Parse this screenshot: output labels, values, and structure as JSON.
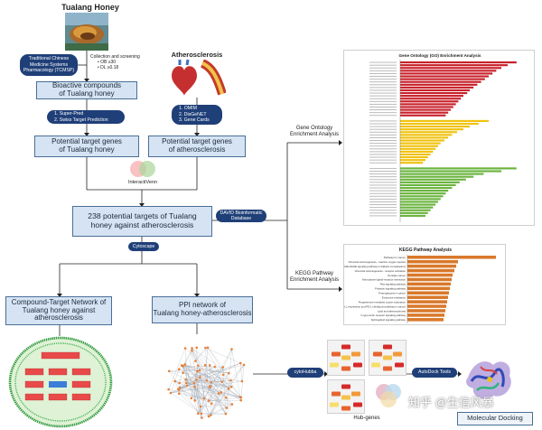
{
  "header": {
    "title": "Tualang Honey"
  },
  "steps": {
    "collection": {
      "line1": "Collection and screening",
      "line2": "• OB ≥30",
      "line3": "• DL ≥0.18"
    },
    "tcmsp": {
      "line1": "Traditional Chinese",
      "line2": "Medicine Systems",
      "line3": "Pharmacology (TCMSP)"
    },
    "bioactive": {
      "line1": "Bioactive compounds",
      "line2": "of Tualang honey"
    },
    "tools_honey": {
      "line1": "1.  Super-Pred",
      "line2": "2.  Swiss Target Prediction"
    },
    "target_honey": {
      "line1": "Potential target genes",
      "line2": "of Tualang honey"
    },
    "athero_title": "Atherosclerosis",
    "tools_athero": {
      "line1": "1.  OMIM",
      "line2": "2.  DisGeNET",
      "line3": "3.  Gene Cards"
    },
    "target_athero": {
      "line1": "Potential target genes",
      "line2": "of atherosclerosis"
    },
    "venn_label": "InteractiVenn",
    "intersect": {
      "line1": "238 potential targets of Tualang",
      "line2": "honey against atherosclerosis"
    },
    "david": {
      "line1": "DAVID Bioinformatic",
      "line2": "Database"
    },
    "cytoscape": "Cytoscape",
    "compound_network": {
      "line1": "Compound-Target Network of",
      "line2": "Tualang honey against",
      "line3": "atherosclerosis"
    },
    "ppi": {
      "line1": "PPI network of",
      "line2": "Tualang honey-atherosclerosis"
    },
    "go_label": {
      "line1": "Gene Ontology",
      "line2": "Enrichment Analysis"
    },
    "kegg_label": {
      "line1": "KEGG Pathway",
      "line2": "Enrichment Analysis"
    },
    "cytohubba": "cytoHubba",
    "hub_genes": "Hub-genes",
    "autodock": "AutoDock Tools",
    "docking": "Molecular Docking"
  },
  "go_panel": {
    "title": "Gene Ontology (GO) Enrichment Analysis",
    "colors": {
      "bp": "#c8202a",
      "cc": "#f0c20f",
      "mf": "#6ab43e"
    },
    "bp_values": [
      0.92,
      0.85,
      0.8,
      0.76,
      0.73,
      0.7,
      0.67,
      0.64,
      0.61,
      0.58,
      0.55,
      0.53,
      0.5,
      0.48,
      0.46,
      0.44,
      0.42,
      0.4,
      0.38,
      0.36
    ],
    "cc_values": [
      0.7,
      0.62,
      0.55,
      0.5,
      0.45,
      0.41,
      0.38,
      0.35,
      0.32,
      0.3,
      0.28,
      0.26,
      0.24,
      0.22,
      0.2,
      0.18
    ],
    "mf_values": [
      0.92,
      0.8,
      0.66,
      0.58,
      0.52,
      0.47,
      0.44,
      0.41,
      0.38,
      0.36,
      0.34,
      0.32,
      0.3,
      0.28,
      0.26,
      0.24,
      0.22,
      0.2
    ]
  },
  "kegg_panel": {
    "title": "KEGG Pathway Analysis",
    "bar_color": "#d9792b",
    "pathways": [
      "Pathways in cancer",
      "Chemical carcinogenesis - reactive oxygen species",
      "AGE-RAGE signaling pathway in diabetic complications",
      "Chemical carcinogenesis - receptor activation",
      "Prostate cancer",
      "Neuroactive ligand-receptor interaction",
      "Ras signaling pathway",
      "Prolactin signaling pathway",
      "Proteoglycans in cancer",
      "Endocrine resistance",
      "Progesterone-mediated oocyte maturation",
      "PD-L1 expression and PD-1 checkpoint pathway in cancer",
      "Lipid and atherosclerosis",
      "C-type lectin receptor signaling pathway",
      "Sphingolipid signaling pathway"
    ],
    "values": [
      0.98,
      0.56,
      0.54,
      0.52,
      0.5,
      0.49,
      0.48,
      0.47,
      0.46,
      0.45,
      0.44,
      0.43,
      0.42,
      0.41,
      0.4
    ]
  },
  "watermark": "知乎 @生信风暴"
}
